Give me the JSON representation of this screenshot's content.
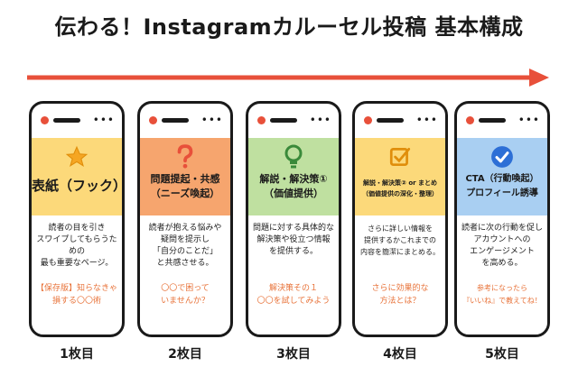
{
  "title": "伝わる！Instagramカルーセル投稿 基本構成",
  "colors": {
    "accent": "#e8503a",
    "band1": "#fcd97a",
    "band2": "#f6a56e",
    "band3": "#bfe0a0",
    "band4": "#fcd97a",
    "band5": "#a9cff2",
    "note": "#e8733a"
  },
  "cards": [
    {
      "icon": "star-icon",
      "heading": "表紙（フック）",
      "body": "読者の目を引き\nスワイプしてもらうための\n最も重要なページ。",
      "note": "【保存版】知らなきゃ\n損する〇〇術",
      "label": "1枚目"
    },
    {
      "icon": "question-icon",
      "heading": "問題提起・共感\n（ニーズ喚起）",
      "body": "読者が抱える悩みや\n疑問を提示し\n「自分のことだ」\nと共感させる。",
      "note": "〇〇で困って\nいませんか？",
      "label": "2枚目"
    },
    {
      "icon": "lightbulb-icon",
      "heading": "解説・解決策①\n（価値提供）",
      "body": "問題に対する具体的な\n解決策や役立つ情報\nを提供する。",
      "note": "解決策その１\n〇〇を試してみよう",
      "label": "3枚目"
    },
    {
      "icon": "checkbox-icon",
      "heading": "解説・解決策② or まとめ\n（価値提供の深化・整理）",
      "body": "さらに詳しい情報を\n提供するかこれまでの\n内容を簡潔にまとめる。",
      "note": "さらに効果的な\n方法とは？",
      "label": "4枚目"
    },
    {
      "icon": "check-circle-icon",
      "heading": "CTA（行動喚起）\nプロフィール誘導",
      "body": "読者に次の行動を促し\nアカウントへの\nエンゲージメント\nを高める。",
      "note": "参考になったら\n『いいね』で教えてね！",
      "label": "5枚目"
    }
  ]
}
